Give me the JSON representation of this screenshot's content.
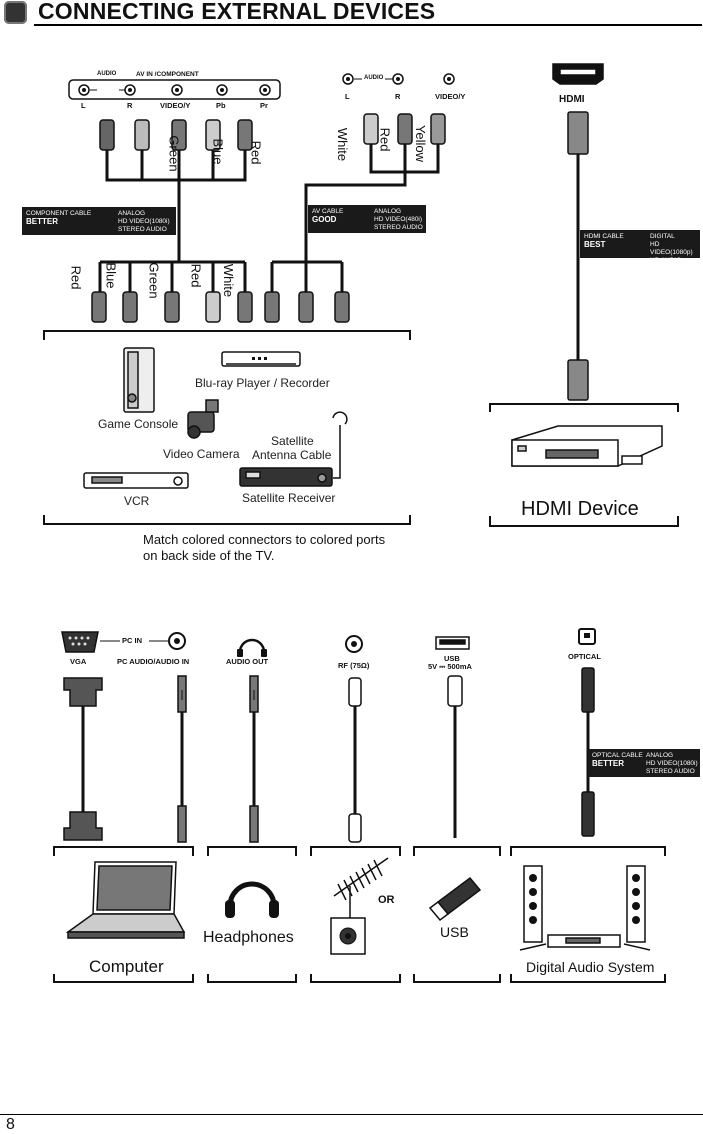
{
  "header": {
    "title": "CONNECTING EXTERNAL DEVICES"
  },
  "page_number": "8",
  "top": {
    "av_in_group_label": "AV IN /COMPONENT",
    "audio_label": "AUDIO",
    "component_ports": [
      "L",
      "R",
      "VIDEO/Y",
      "Pb",
      "Pr"
    ],
    "av_ports": [
      "L",
      "R",
      "VIDEO/Y"
    ],
    "component_plug_colors_upper": [
      "Green",
      "Blue",
      "Red"
    ],
    "av_plug_colors_upper": [
      "White",
      "Red",
      "Yellow"
    ],
    "lower_plug_colors": [
      "Red",
      "Blue",
      "Green",
      "Red",
      "White"
    ],
    "hdmi_label": "HDMI",
    "component_cable": {
      "name": "COMPONENT CABLE",
      "grade": "BETTER",
      "specs": [
        "ANALOG",
        "HD VIDEO(1080i)",
        "STEREO AUDIO"
      ]
    },
    "av_cable": {
      "name": "AV CABLE",
      "grade": "GOOD",
      "specs": [
        "ANALOG",
        "HD VIDEO(480i)",
        "STEREO AUDIO"
      ]
    },
    "hdmi_cable": {
      "name": "HDMI CABLE",
      "grade": "BEST",
      "specs": [
        "DIGITAL",
        "HD VIDEO(1080p)",
        "HD AUDIO"
      ]
    },
    "devices": {
      "blu_ray": "Blu-ray Player / Recorder",
      "game_console": "Game Console",
      "video_camera": "Video Camera",
      "satellite_antenna_line1": "Satellite",
      "satellite_antenna_line2": "Antenna Cable",
      "vcr": "VCR",
      "satellite_receiver": "Satellite Receiver",
      "hdmi_device": "HDMI Device"
    },
    "note_line1": "Match colored connectors to colored ports",
    "note_line2": "on back side of the TV."
  },
  "bottom": {
    "pc_in_label": "PC IN",
    "ports": {
      "vga": "VGA",
      "pc_audio": "PC AUDIO/AUDIO IN",
      "audio_out": "AUDIO OUT",
      "rf": "RF (75Ω)",
      "usb": "USB",
      "usb_power": "5V ⎓ 500mA",
      "optical": "OPTICAL"
    },
    "optical_cable": {
      "name": "OPTICAL CABLE",
      "grade": "BETTER",
      "specs": [
        "ANALOG",
        "HD VIDEO(1080i)",
        "STEREO AUDIO"
      ]
    },
    "devices": {
      "computer": "Computer",
      "headphones": "Headphones",
      "or": "OR",
      "usb": "USB",
      "digital_audio": "Digital Audio System"
    }
  },
  "colors": {
    "ink": "#111111",
    "gray": "#9a9a9a",
    "box_bg": "#1a1a1a"
  }
}
